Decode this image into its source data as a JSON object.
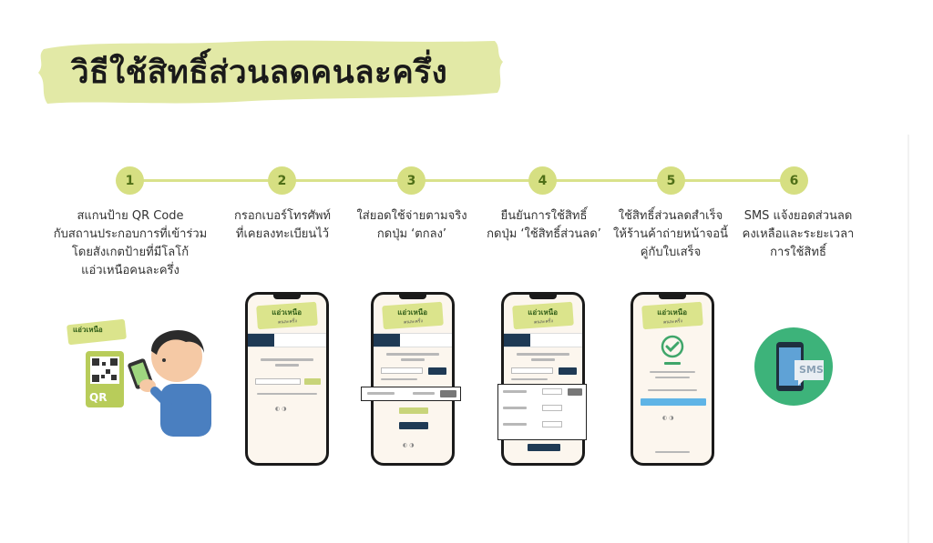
{
  "title": "วิธีใช้สิทธิ์ส่วนลดคนละครึ่ง",
  "steps": [
    {
      "number": "1",
      "lines": [
        "สแกนป้าย QR Code",
        "กับสถานประกอบการที่เข้าร่วม",
        "โดยสังเกตป้ายที่มีโลโก้",
        "แอ่วเหนือคนละครึ่ง"
      ]
    },
    {
      "number": "2",
      "lines": [
        "กรอกเบอร์โทรศัพท์",
        "ที่เคยลงทะเบียนไว้"
      ]
    },
    {
      "number": "3",
      "lines": [
        "ใส่ยอดใช้จ่ายตามจริง",
        "กดปุ่ม ‘ตกลง’"
      ]
    },
    {
      "number": "4",
      "lines": [
        "ยืนยันการใช้สิทธิ์",
        "กดปุ่ม ‘ใช้สิทธิ์ส่วนลด’"
      ]
    },
    {
      "number": "5",
      "lines": [
        "ใช้สิทธิ์ส่วนลดสำเร็จ",
        "ให้ร้านค้าถ่ายหน้าจอนี้",
        "คู่กับใบเสร็จ"
      ]
    },
    {
      "number": "6",
      "lines": [
        "SMS แจ้งยอดส่วนลด",
        "คงเหลือและระยะเวลา",
        "การใช้สิทธิ์"
      ]
    }
  ],
  "illustrations": {
    "logo_text": "แอ่วเหนือ",
    "logo_sub": "คนละครึ่ง",
    "qr_label": "QR",
    "sms_label": "SMS"
  },
  "colors": {
    "accent_green": "#d6df82",
    "banner_green": "#e2e9a6",
    "dark_navy": "#1f3a55",
    "sms_green": "#3db37a"
  }
}
